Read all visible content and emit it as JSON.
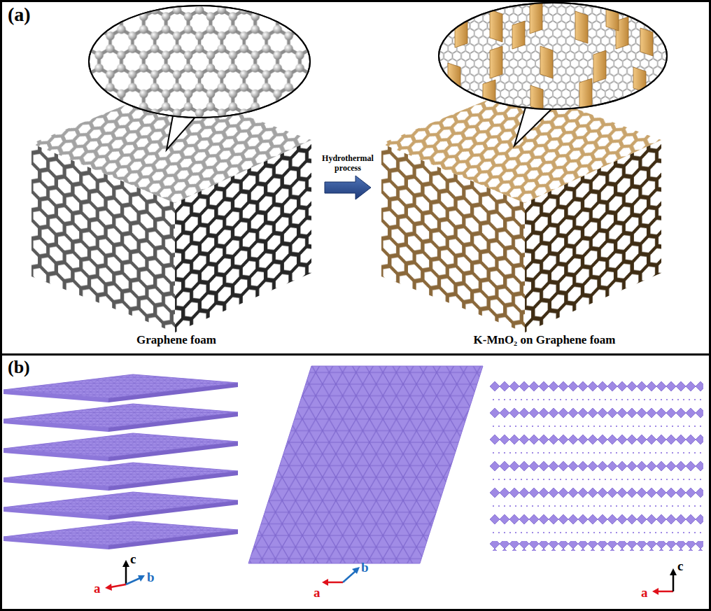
{
  "diagram": {
    "nodes": [
      {
        "text": [
          "(a)"
        ]
      },
      {
        "text": [
          "Graphene foam"
        ],
        "in": 0
      },
      {
        "text": [
          "K-MnO₂ on Graphene foam"
        ],
        "in": 0
      },
      {
        "text": [
          "(b)"
        ]
      }
    ],
    "edges": [
      {
        "from": 1,
        "to": 2,
        "label": "Hydrothermal process",
        "arrow": "to"
      }
    ],
    "labels": [
      "c",
      "a",
      "b",
      "a",
      "b",
      "c",
      "a"
    ]
  }
}
